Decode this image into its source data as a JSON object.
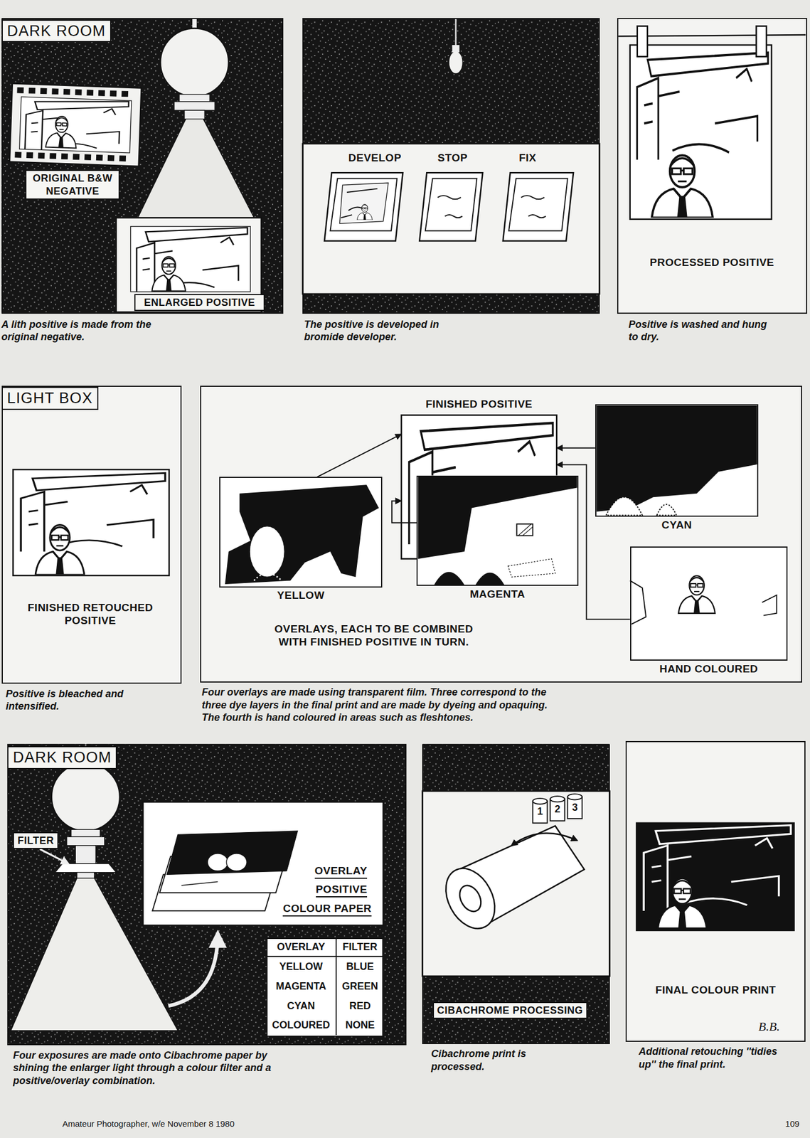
{
  "diagram": {
    "nodes": [
      {
        "text": [
          "DARK ROOM",
          "A lith positive is made from the original negative."
        ]
      },
      {
        "text": [
          "The positive is developed in bromide developer."
        ]
      },
      {
        "text": [
          "PROCESSED POSITIVE",
          "Positive is washed and hung to dry."
        ]
      },
      {
        "text": [
          "LIGHT BOX",
          "FINISHED RETOUCHED POSITIVE",
          "Positive is bleached and intensified."
        ]
      },
      {
        "text": [
          "OVERLAYS, EACH TO BE COMBINED WITH FINISHED POSITIVE IN TURN.",
          "Four overlays are made using transparent film. Three correspond to the three dye layers in the final print and are made by dyeing and opaquing. The fourth is hand coloured in areas such as fleshtones."
        ]
      },
      {
        "text": [
          "FINISHED POSITIVE"
        ],
        "in": 4
      },
      {
        "text": [
          "YELLOW"
        ],
        "in": 4
      },
      {
        "text": [
          "MAGENTA"
        ],
        "in": 4
      },
      {
        "text": [
          "CYAN"
        ],
        "in": 4
      },
      {
        "text": [
          "HAND COLOURED"
        ],
        "in": 4
      },
      {
        "text": [
          "DARK ROOM",
          "Four exposures are made onto Cibachrome paper by shining the enlarger light through a colour filter and a positive/overlay combination."
        ]
      },
      {
        "text": [
          "OVERLAY",
          "POSITIVE",
          "COLOUR PAPER"
        ],
        "in": 10
      },
      {
        "text": [
          "OVERLAY",
          "FILTER",
          "YELLOW",
          "BLUE",
          "MAGENTA",
          "GREEN",
          "CYAN",
          "RED",
          "COLOURED",
          "NONE"
        ],
        "in": 10
      },
      {
        "text": [
          "CIBACHROME PROCESSING",
          "Cibachrome print is processed."
        ]
      },
      {
        "text": [
          "FINAL COLOUR PRINT",
          "Additional retouching ''tidies up'' the final print."
        ]
      }
    ],
    "edges": [
      {
        "from": 6,
        "to": 5,
        "arrow": "to"
      },
      {
        "from": 7,
        "to": 5,
        "arrow": "to"
      },
      {
        "from": 8,
        "to": 5,
        "arrow": "to"
      },
      {
        "from": 9,
        "to": 5,
        "arrow": "to"
      }
    ],
    "labels": [
      "ORIGINAL B&W NEGATIVE",
      "ENLARGED POSITIVE",
      "DEVELOP",
      "STOP",
      "FIX",
      "FILTER",
      "1",
      "2",
      "3",
      "B.B.",
      "Amateur Photographer, w/e November 8 1980",
      "109"
    ]
  }
}
